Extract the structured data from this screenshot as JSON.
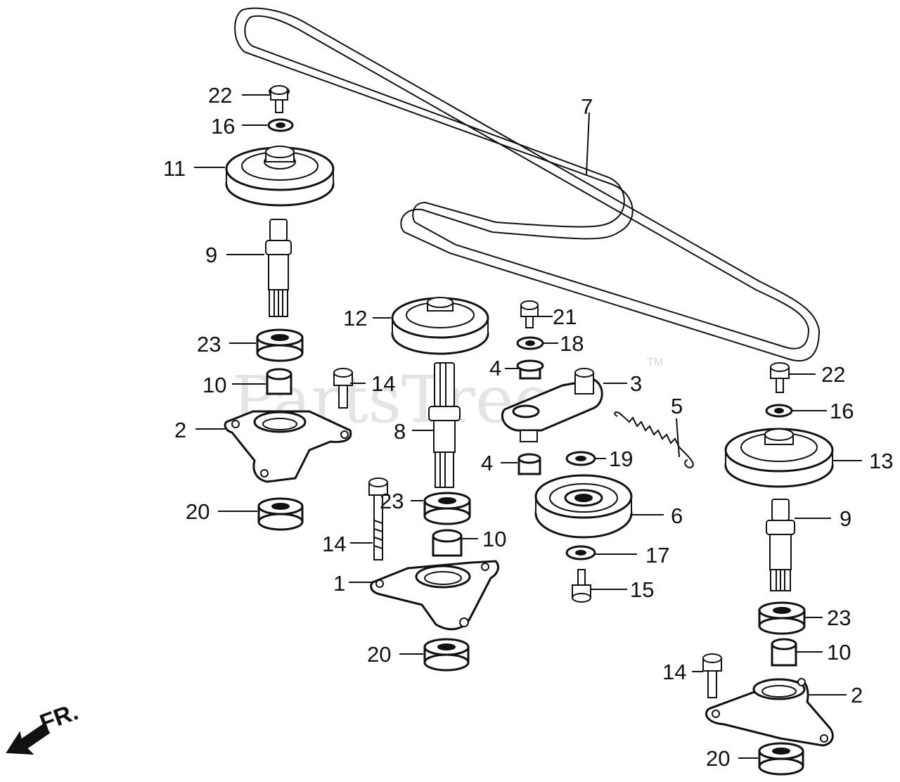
{
  "watermark": {
    "text": "PartsTree",
    "trademark": "TM"
  },
  "direction_indicator": {
    "label": "FR."
  },
  "callouts": [
    {
      "id": "lbl-22a",
      "text": "22"
    },
    {
      "id": "lbl-16a",
      "text": "16"
    },
    {
      "id": "lbl-11",
      "text": "11"
    },
    {
      "id": "lbl-9a",
      "text": "9"
    },
    {
      "id": "lbl-23a",
      "text": "23"
    },
    {
      "id": "lbl-10a",
      "text": "10"
    },
    {
      "id": "lbl-2a",
      "text": "2"
    },
    {
      "id": "lbl-20a",
      "text": "20"
    },
    {
      "id": "lbl-7",
      "text": "7"
    },
    {
      "id": "lbl-12",
      "text": "12"
    },
    {
      "id": "lbl-21",
      "text": "21"
    },
    {
      "id": "lbl-18",
      "text": "18"
    },
    {
      "id": "lbl-4a",
      "text": "4"
    },
    {
      "id": "lbl-3",
      "text": "3"
    },
    {
      "id": "lbl-14a",
      "text": "14"
    },
    {
      "id": "lbl-8",
      "text": "8"
    },
    {
      "id": "lbl-5",
      "text": "5"
    },
    {
      "id": "lbl-4b",
      "text": "4"
    },
    {
      "id": "lbl-19",
      "text": "19"
    },
    {
      "id": "lbl-23b",
      "text": "23"
    },
    {
      "id": "lbl-6",
      "text": "6"
    },
    {
      "id": "lbl-14b",
      "text": "14"
    },
    {
      "id": "lbl-10b",
      "text": "10"
    },
    {
      "id": "lbl-17",
      "text": "17"
    },
    {
      "id": "lbl-1",
      "text": "1"
    },
    {
      "id": "lbl-15",
      "text": "15"
    },
    {
      "id": "lbl-20b",
      "text": "20"
    },
    {
      "id": "lbl-22b",
      "text": "22"
    },
    {
      "id": "lbl-16b",
      "text": "16"
    },
    {
      "id": "lbl-13",
      "text": "13"
    },
    {
      "id": "lbl-9b",
      "text": "9"
    },
    {
      "id": "lbl-23c",
      "text": "23"
    },
    {
      "id": "lbl-10c",
      "text": "10"
    },
    {
      "id": "lbl-14c",
      "text": "14"
    },
    {
      "id": "lbl-2b",
      "text": "2"
    },
    {
      "id": "lbl-20c",
      "text": "20"
    }
  ]
}
